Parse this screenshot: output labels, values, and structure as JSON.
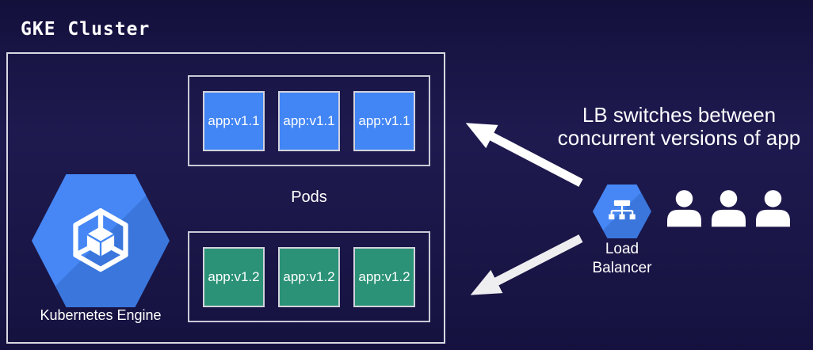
{
  "title": "GKE Cluster",
  "cluster": {
    "engine_label": "Kubernetes Engine",
    "pods_label": "Pods",
    "pod_groups": [
      {
        "version": "v1.1",
        "color": "#4285f4",
        "pods": [
          "app:v1.1",
          "app:v1.1",
          "app:v1.1"
        ]
      },
      {
        "version": "v1.2",
        "color": "#2b9277",
        "pods": [
          "app:v1.2",
          "app:v1.2",
          "app:v1.2"
        ]
      }
    ]
  },
  "annotation": {
    "lines": [
      "LB switches between",
      "concurrent versions of app"
    ]
  },
  "load_balancer": {
    "label_lines": [
      "Load",
      "Balancer"
    ]
  },
  "users": {
    "count": 3
  },
  "icons": {
    "kubernetes_engine": "kubernetes-engine-hexagon-icon",
    "load_balancer": "load-balancer-hexagon-icon",
    "user": "user-person-icon",
    "arrow_up": "arrow-to-v1-pods-icon",
    "arrow_down": "arrow-to-v2-pods-icon"
  },
  "colors": {
    "background": "#1b1748",
    "pod_blue": "#4285f4",
    "pod_green": "#2b9277",
    "hexagon_blue": "#4285f4",
    "hexagon_shadow_blue": "#3a76dc",
    "box_border": "#d5d5e0",
    "arrow": "#ffffff",
    "text": "#ffffff"
  }
}
